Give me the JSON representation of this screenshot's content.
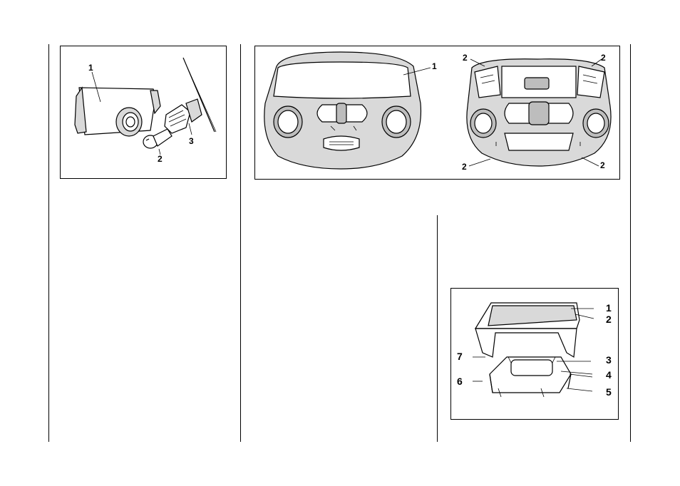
{
  "figure_a": {
    "labels": [
      "1",
      "2",
      "3"
    ]
  },
  "figure_b": {
    "labels": [
      "1",
      "2",
      "2",
      "2",
      "2"
    ]
  },
  "figure_c": {
    "labels": [
      "1",
      "2",
      "3",
      "4",
      "5",
      "6",
      "7"
    ]
  }
}
